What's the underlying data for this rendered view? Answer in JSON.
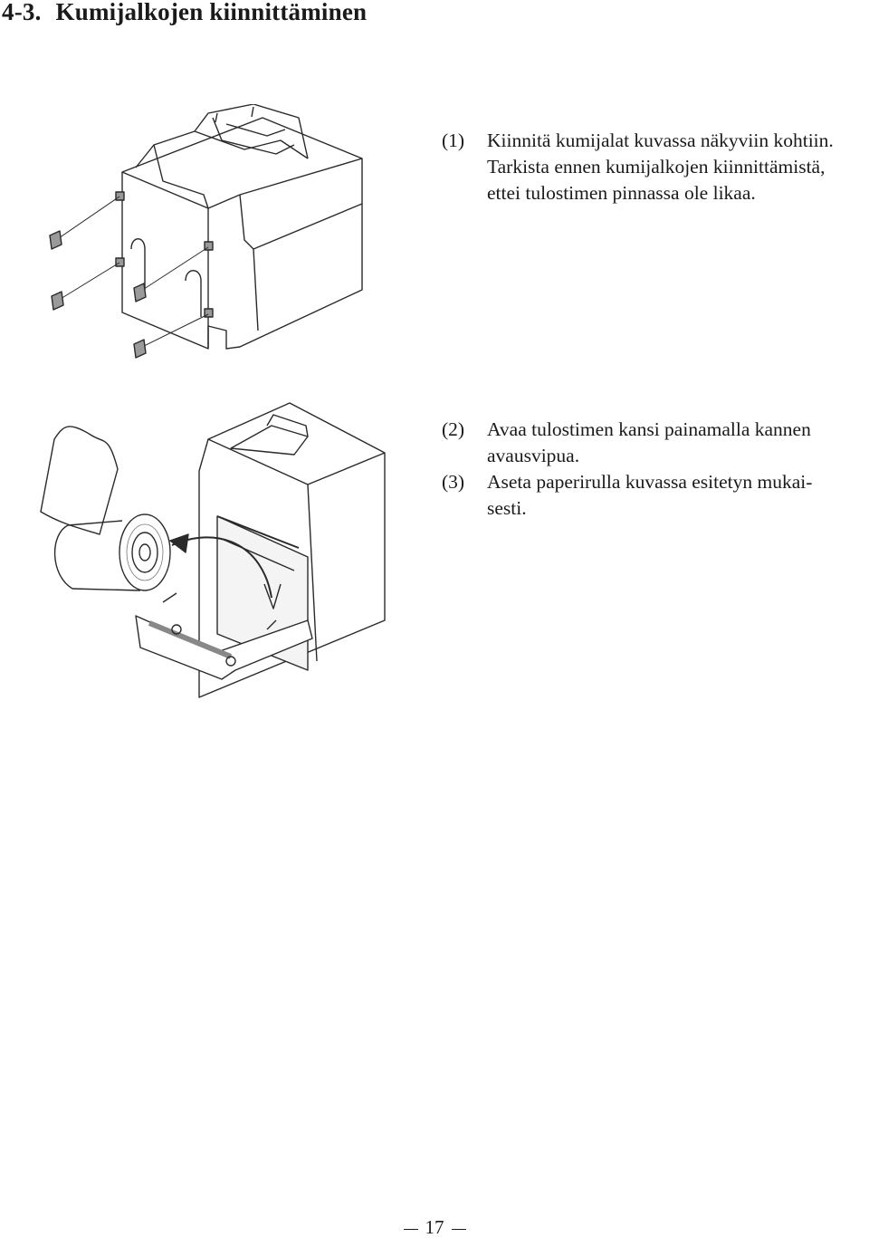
{
  "heading": {
    "number": "4-3.",
    "title": "Kumijalkojen kiinnittäminen"
  },
  "steps": [
    {
      "no": "(1)",
      "lines": [
        "Kiinnitä kumijalat kuvassa näkyviin kohtiin.",
        "Tarkista ennen kumijalkojen kiinnittämistä,",
        "ettei tulostimen pinnassa ole likaa."
      ]
    },
    {
      "no": "(2)",
      "lines": [
        "Avaa tulostimen kansi painamalla kannen",
        "avausvipua."
      ]
    },
    {
      "no": "(3)",
      "lines": [
        "Aseta paperirulla kuvassa esitetyn mukai-",
        "sesti."
      ]
    }
  ],
  "page_number": "17"
}
